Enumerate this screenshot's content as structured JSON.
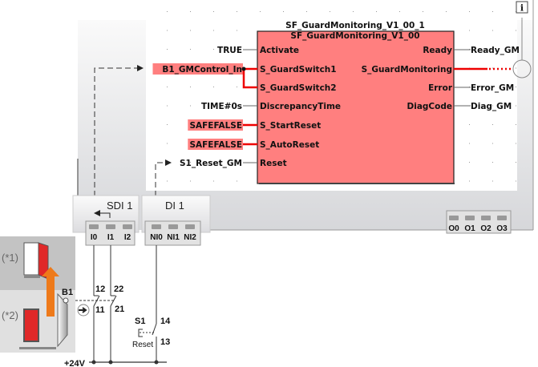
{
  "function_block": {
    "instance_name": "SF_GuardMonitoring_V1_00_1",
    "type_name": "SF_GuardMonitoring_V1_00",
    "fill_color": "#ff7f7f",
    "inputs": [
      {
        "pin": "Activate",
        "value": "TRUE",
        "safe": false
      },
      {
        "pin": "S_GuardSwitch1",
        "value": "B1_GMControl_In",
        "safe": true
      },
      {
        "pin": "S_GuardSwitch2",
        "value": "",
        "safe": true
      },
      {
        "pin": "DiscrepancyTime",
        "value": "TIME#0s",
        "safe": false
      },
      {
        "pin": "S_StartReset",
        "value": "SAFEFALSE",
        "safe": true
      },
      {
        "pin": "S_AutoReset",
        "value": "SAFEFALSE",
        "safe": true
      },
      {
        "pin": "Reset",
        "value": "S1_Reset_GM",
        "safe": false
      }
    ],
    "outputs": [
      {
        "pin": "Ready",
        "value": "Ready_GM"
      },
      {
        "pin": "S_GuardMonitoring",
        "value": ""
      },
      {
        "pin": "Error",
        "value": "Error_GM"
      },
      {
        "pin": "DiagCode",
        "value": "Diag_GM"
      }
    ]
  },
  "info_icon": "i",
  "modules": {
    "sdi": {
      "label": "SDI 1",
      "terminals": [
        "I0",
        "I1",
        "I2"
      ]
    },
    "di": {
      "label": "DI 1",
      "terminals": [
        "NI0",
        "NI1",
        "NI2"
      ]
    },
    "do": {
      "terminals": [
        "O0",
        "O1",
        "O2",
        "O3"
      ]
    }
  },
  "wiring": {
    "b1_label": "B1",
    "contacts": [
      "12",
      "11",
      "22",
      "21"
    ],
    "s1_label": "S1",
    "s1_contacts": [
      "14",
      "13"
    ],
    "s1_caption": "Reset",
    "supply": "+24V",
    "door_open_label": "(*1)",
    "door_closed_label": "(*2)"
  }
}
